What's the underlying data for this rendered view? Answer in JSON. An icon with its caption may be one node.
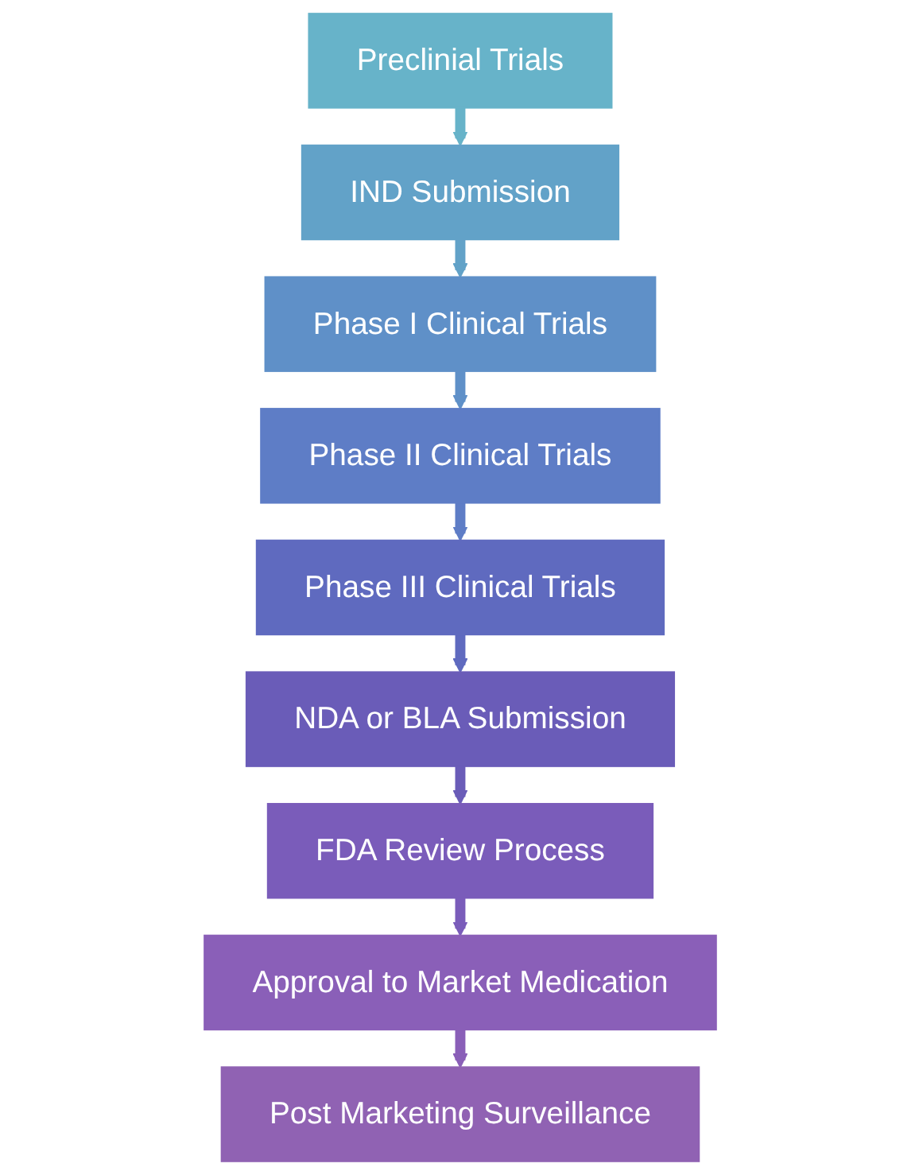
{
  "diagram": {
    "nodes": [
      {
        "text": [
          "Preclinial Trials"
        ]
      },
      {
        "text": [
          "IND Submission"
        ]
      },
      {
        "text": [
          "Phase I Clinical Trials"
        ]
      },
      {
        "text": [
          "Phase II Clinical Trials"
        ]
      },
      {
        "text": [
          "Phase III Clinical Trials"
        ]
      },
      {
        "text": [
          "NDA or BLA Submission"
        ]
      },
      {
        "text": [
          "FDA Review Process"
        ]
      },
      {
        "text": [
          "Approval to Market Medication"
        ]
      },
      {
        "text": [
          "Post Marketing Surveillance"
        ]
      }
    ],
    "edges": [
      {
        "from": 0,
        "to": 1,
        "arrow": "to"
      },
      {
        "from": 1,
        "to": 2,
        "arrow": "to"
      },
      {
        "from": 2,
        "to": 3,
        "arrow": "to"
      },
      {
        "from": 3,
        "to": 4,
        "arrow": "to"
      },
      {
        "from": 4,
        "to": 5,
        "arrow": "to"
      },
      {
        "from": 5,
        "to": 6,
        "arrow": "to"
      },
      {
        "from": 6,
        "to": 7,
        "arrow": "to"
      },
      {
        "from": 7,
        "to": 8,
        "arrow": "to"
      }
    ]
  }
}
